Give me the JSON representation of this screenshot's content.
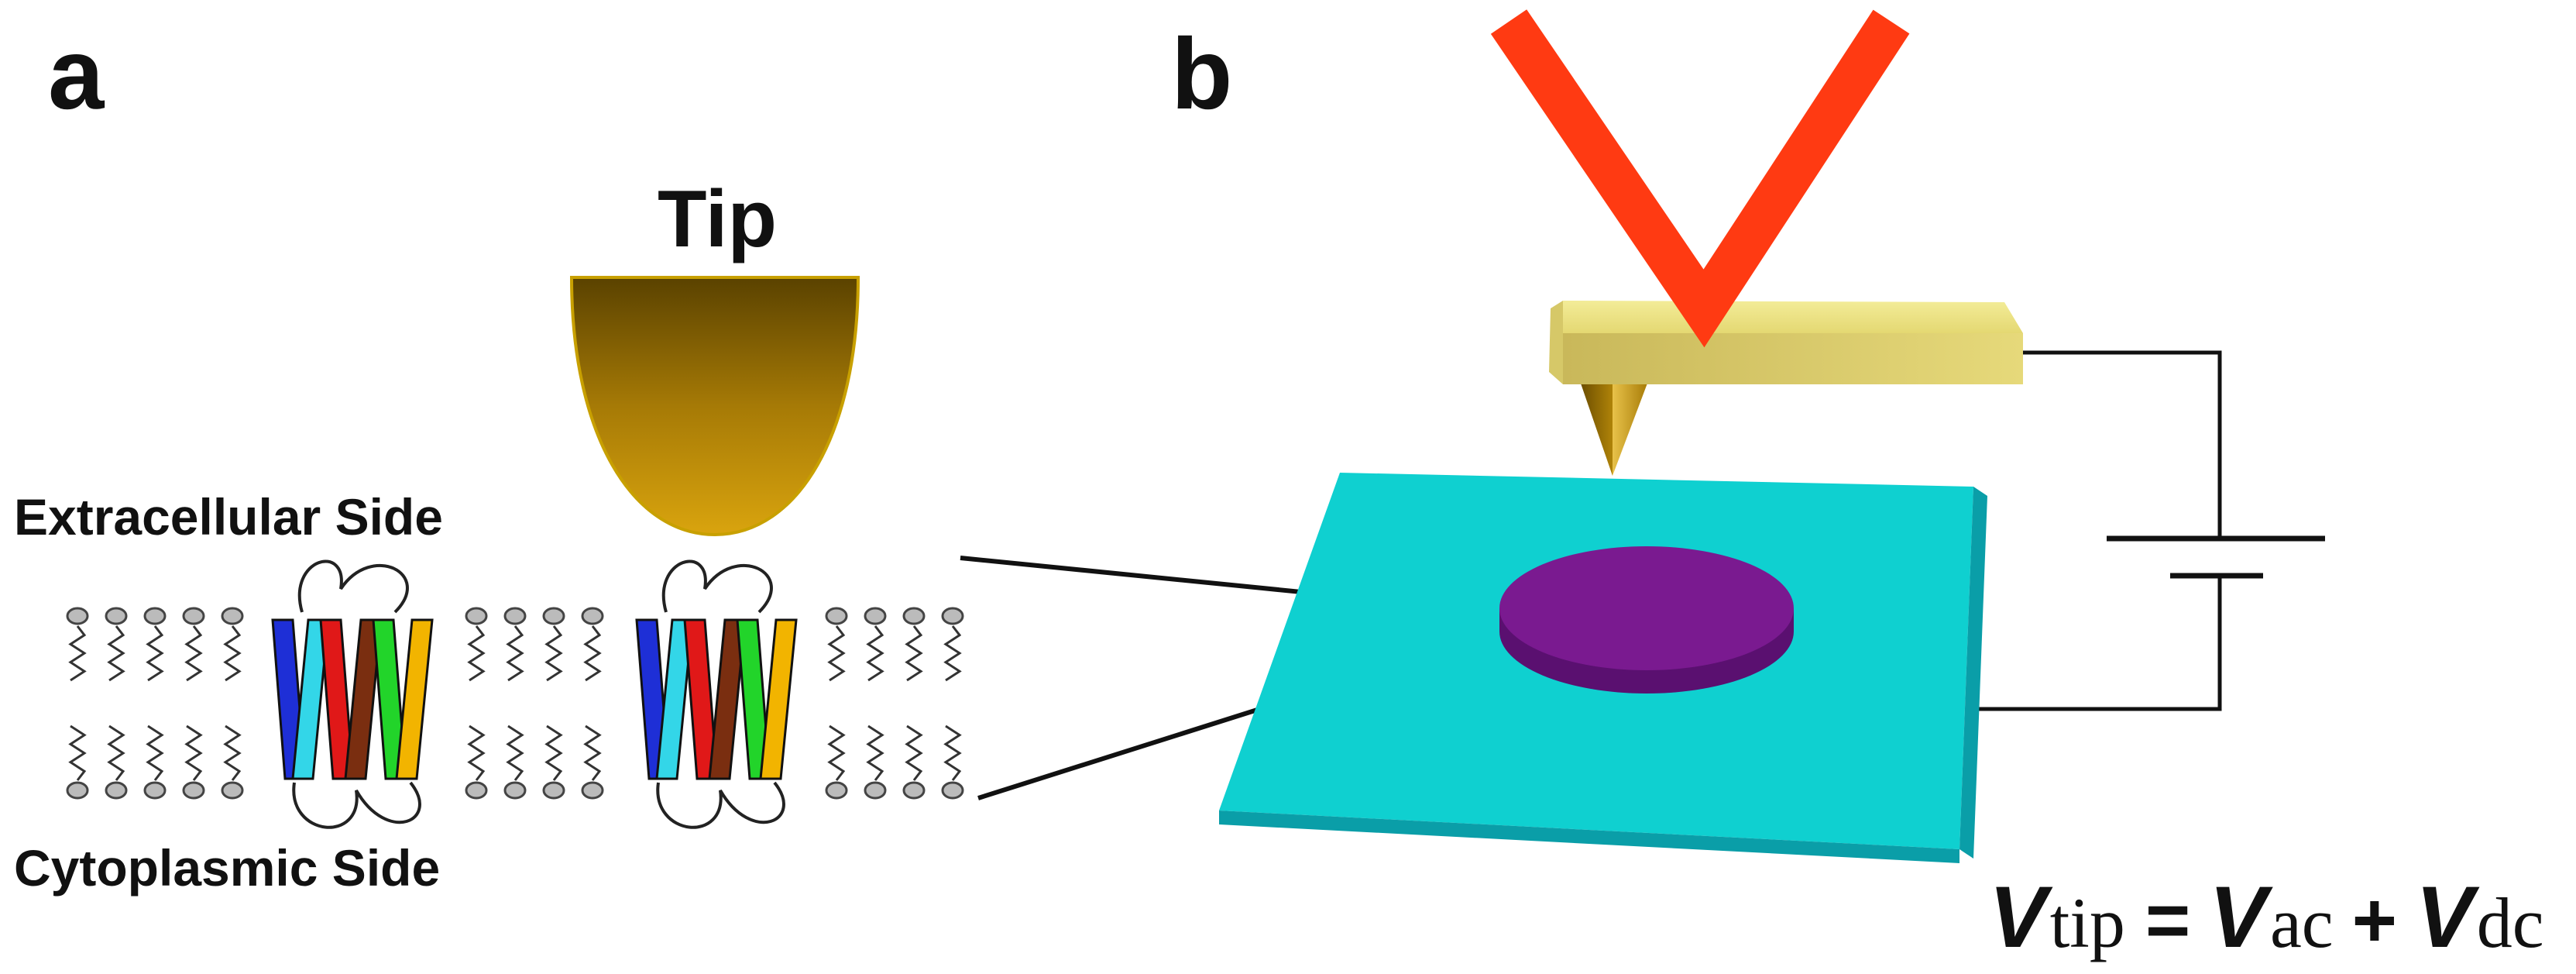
{
  "panel_a": {
    "letter": "a",
    "tip_label": "Tip",
    "extracellular_label": "Extracellular Side",
    "cytoplasmic_label": "Cytoplasmic Side",
    "helix_colors": [
      "#1e2fd6",
      "#33d6e8",
      "#e01818",
      "#7a2e10",
      "#22d42a",
      "#f2b400"
    ]
  },
  "panel_b": {
    "letter": "b",
    "equation": {
      "v1": "V",
      "s1": "tip",
      "eq": "=",
      "v2": "V",
      "s2": "ac",
      "plus": "+",
      "v3": "V",
      "s3": "dc"
    }
  },
  "colors": {
    "cantilever_v": "#ff3a12",
    "cantilever_bar": "#e8dd78",
    "substrate": "#0fcfcf",
    "sample": "#7a1a90",
    "tip_gold": "#c8920a"
  }
}
